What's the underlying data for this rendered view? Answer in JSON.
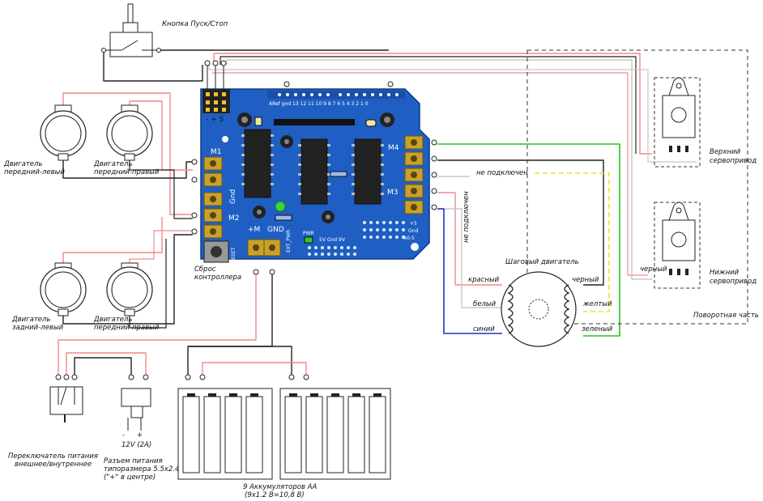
{
  "labels": {
    "start_stop_button": "Кнопка Пуск/Стоп",
    "motor_front_left": [
      "Двигатель",
      "передний-левый"
    ],
    "motor_front_right": [
      "Двигатель",
      "передний-правый"
    ],
    "motor_rear_left": [
      "Двигатель",
      "задний-левый"
    ],
    "motor_rear_right": [
      "Двигатель",
      "передний-правый"
    ],
    "reset_controller": [
      "Сброс",
      "контроллера"
    ],
    "power_switch": [
      "Переключатель питания",
      "внешнее/внутреннее"
    ],
    "power_jack": [
      "Разъем питания",
      "типоразмера 5.5x2.4",
      "(\"+\" в центре)"
    ],
    "voltage_12v": "12V (2A)",
    "batteries": [
      "9 Аккумуляторов АА",
      "(9x1.2  В=10,8  В)"
    ],
    "stepper_motor": "Шаговый двигатель",
    "servo_top": [
      "Верхний",
      "сервопривод"
    ],
    "servo_bottom": [
      "Нижний",
      "сервопривод"
    ],
    "rotating_part": "Поворотная часть",
    "not_connected_1": "не подключен",
    "not_connected_2": "не подключен",
    "wire_red": "красный",
    "wire_white": "белый",
    "wire_blue": "синий",
    "wire_black_stepper": "черный",
    "wire_yellow": "желтый",
    "wire_green": "зеленый",
    "wire_black_servo": "черный"
  },
  "board": {
    "m1": "M1",
    "m2": "M2",
    "m3": "M3",
    "m4": "M4",
    "plus_m": "+M",
    "gnd": "GND",
    "pwr": "PWR",
    "gnd_v": "Gnd",
    "ext_pwr": "EXT_PWR",
    "reset": "RESET",
    "pins_top": "ARef gnd 13 12 11 10  9   8   7  6  5  4  3   2  1  0",
    "power_row": "5V Gnd 9V",
    "plus5": "+5",
    "gnd_small": "Gnd",
    "a05": "A0-5",
    "servo_header": "- + S"
  },
  "colors": {
    "board_blue": "#1f5fc4",
    "wire_red": "#f08a8a",
    "wire_black": "#222222",
    "wire_grey": "#c8c8c8",
    "wire_green": "#22c322",
    "wire_yellow": "#f2e020",
    "wire_blue": "#1a33c8",
    "pwr_led": "#2bcc2b",
    "terminal": "#c9a12a"
  }
}
